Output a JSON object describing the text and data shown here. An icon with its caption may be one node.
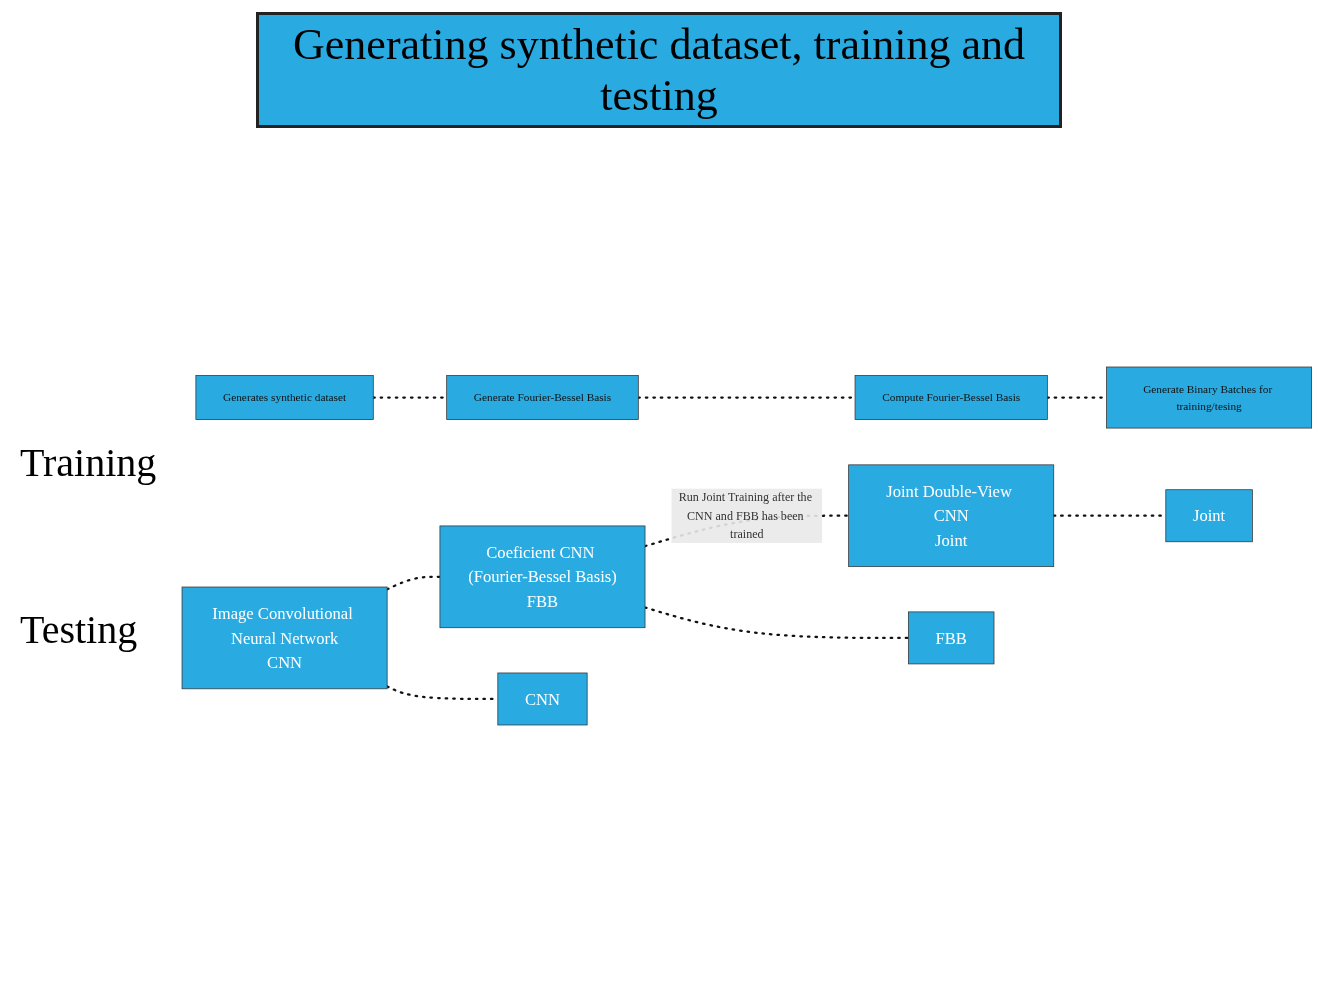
{
  "diagram": {
    "title": "Generating synthetic dataset, training and testing",
    "nodes": [
      {
        "text": [
          "Generates synthetic dataset"
        ]
      },
      {
        "text": [
          "Generate Fourier-Bessel Basis"
        ]
      },
      {
        "text": [
          "Compute Fourier-Bessel Basis"
        ]
      },
      {
        "text": [
          "Generate Binary Batches for training/tesing"
        ]
      },
      {
        "text": [
          "Image Convolutional Neural Network",
          "CNN"
        ]
      },
      {
        "text": [
          "Coeficient CNN (Fourier-Bessel Basis)",
          "FBB"
        ]
      },
      {
        "text": [
          "Joint Double-View CNN",
          "Joint"
        ]
      },
      {
        "text": [
          "CNN"
        ]
      },
      {
        "text": [
          "FBB"
        ]
      },
      {
        "text": [
          "Joint"
        ]
      }
    ],
    "edges": [
      {
        "from": 0,
        "to": 1,
        "arrow": "none",
        "style": "dashed"
      },
      {
        "from": 1,
        "to": 2,
        "arrow": "none",
        "style": "dashed"
      },
      {
        "from": 2,
        "to": 3,
        "arrow": "none",
        "style": "dashed"
      },
      {
        "from": 4,
        "to": 5,
        "arrow": "none",
        "style": "dashed"
      },
      {
        "from": 5,
        "to": 6,
        "arrow": "none",
        "style": "dashed",
        "label": "Run Joint Training after the CNN and FBB has been trained"
      },
      {
        "from": 4,
        "to": 7,
        "arrow": "none",
        "style": "dashed"
      },
      {
        "from": 5,
        "to": 8,
        "arrow": "none",
        "style": "dashed"
      },
      {
        "from": 6,
        "to": 9,
        "arrow": "none",
        "style": "dashed"
      }
    ],
    "labels": [
      "Training",
      "Testing"
    ]
  }
}
